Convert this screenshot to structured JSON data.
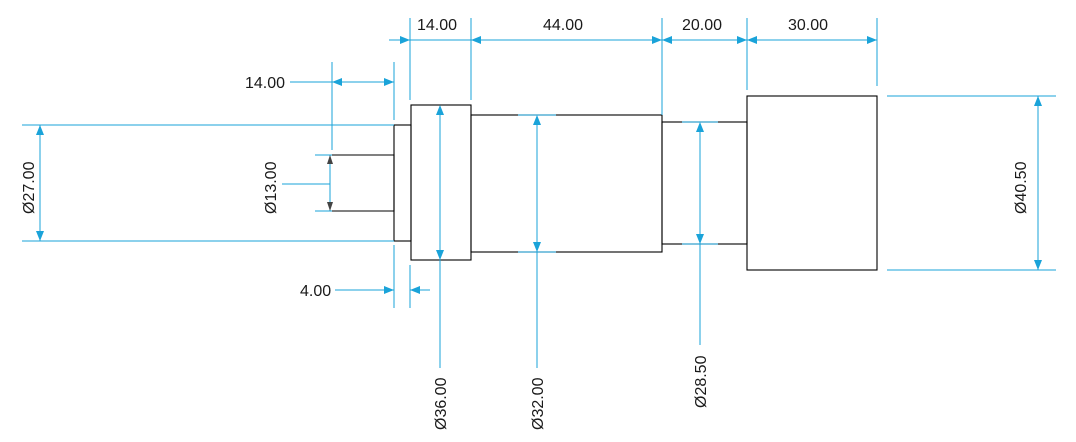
{
  "drawing": {
    "colors": {
      "outline": "#000000",
      "dimension": "#1aa3d9",
      "text": "#1a1a1a"
    },
    "dimensions": {
      "step_14_top": "14.00",
      "length_44": "44.00",
      "length_20": "20.00",
      "length_30": "30.00",
      "stub_14": "14.00",
      "dia_27": "Ø27.00",
      "dia_13": "Ø13.00",
      "offset_4": "4.00",
      "dia_36": "Ø36.00",
      "dia_32": "Ø32.00",
      "dia_28_5": "Ø28.50",
      "dia_40_5": "Ø40.50"
    }
  }
}
